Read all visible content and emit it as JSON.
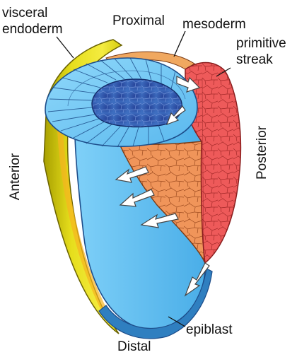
{
  "labels": {
    "visceral_endoderm_1": "visceral",
    "visceral_endoderm_2": "endoderm",
    "proximal": "Proximal",
    "mesoderm": "mesoderm",
    "primitive_streak_1": "primitive",
    "primitive_streak_2": "streak",
    "anterior": "Anterior",
    "posterior": "Posterior",
    "epiblast": "epiblast",
    "distal": "Distal"
  },
  "colors": {
    "visceral_endoderm": "#e8e020",
    "epiblast": "#5cbcf0",
    "epiblast_dark": "#2f7fc0",
    "epiblast_inner": "#1e3f8c",
    "mesoderm": "#f0955a",
    "primitive_streak": "#ee5a5a",
    "arrow": "#ffffff"
  }
}
